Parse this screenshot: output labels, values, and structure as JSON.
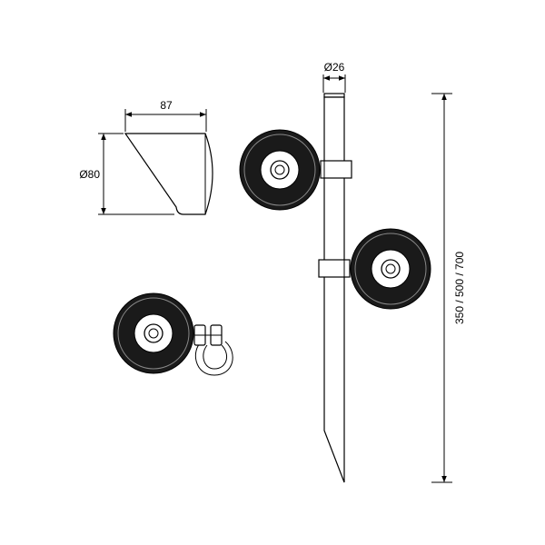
{
  "dimensions": {
    "width_label": "87",
    "height_label": "Ø80",
    "pole_diameter_label": "Ø26",
    "pole_length_label": "350 / 500 / 700"
  },
  "colors": {
    "line": "#000000",
    "background": "#ffffff"
  }
}
